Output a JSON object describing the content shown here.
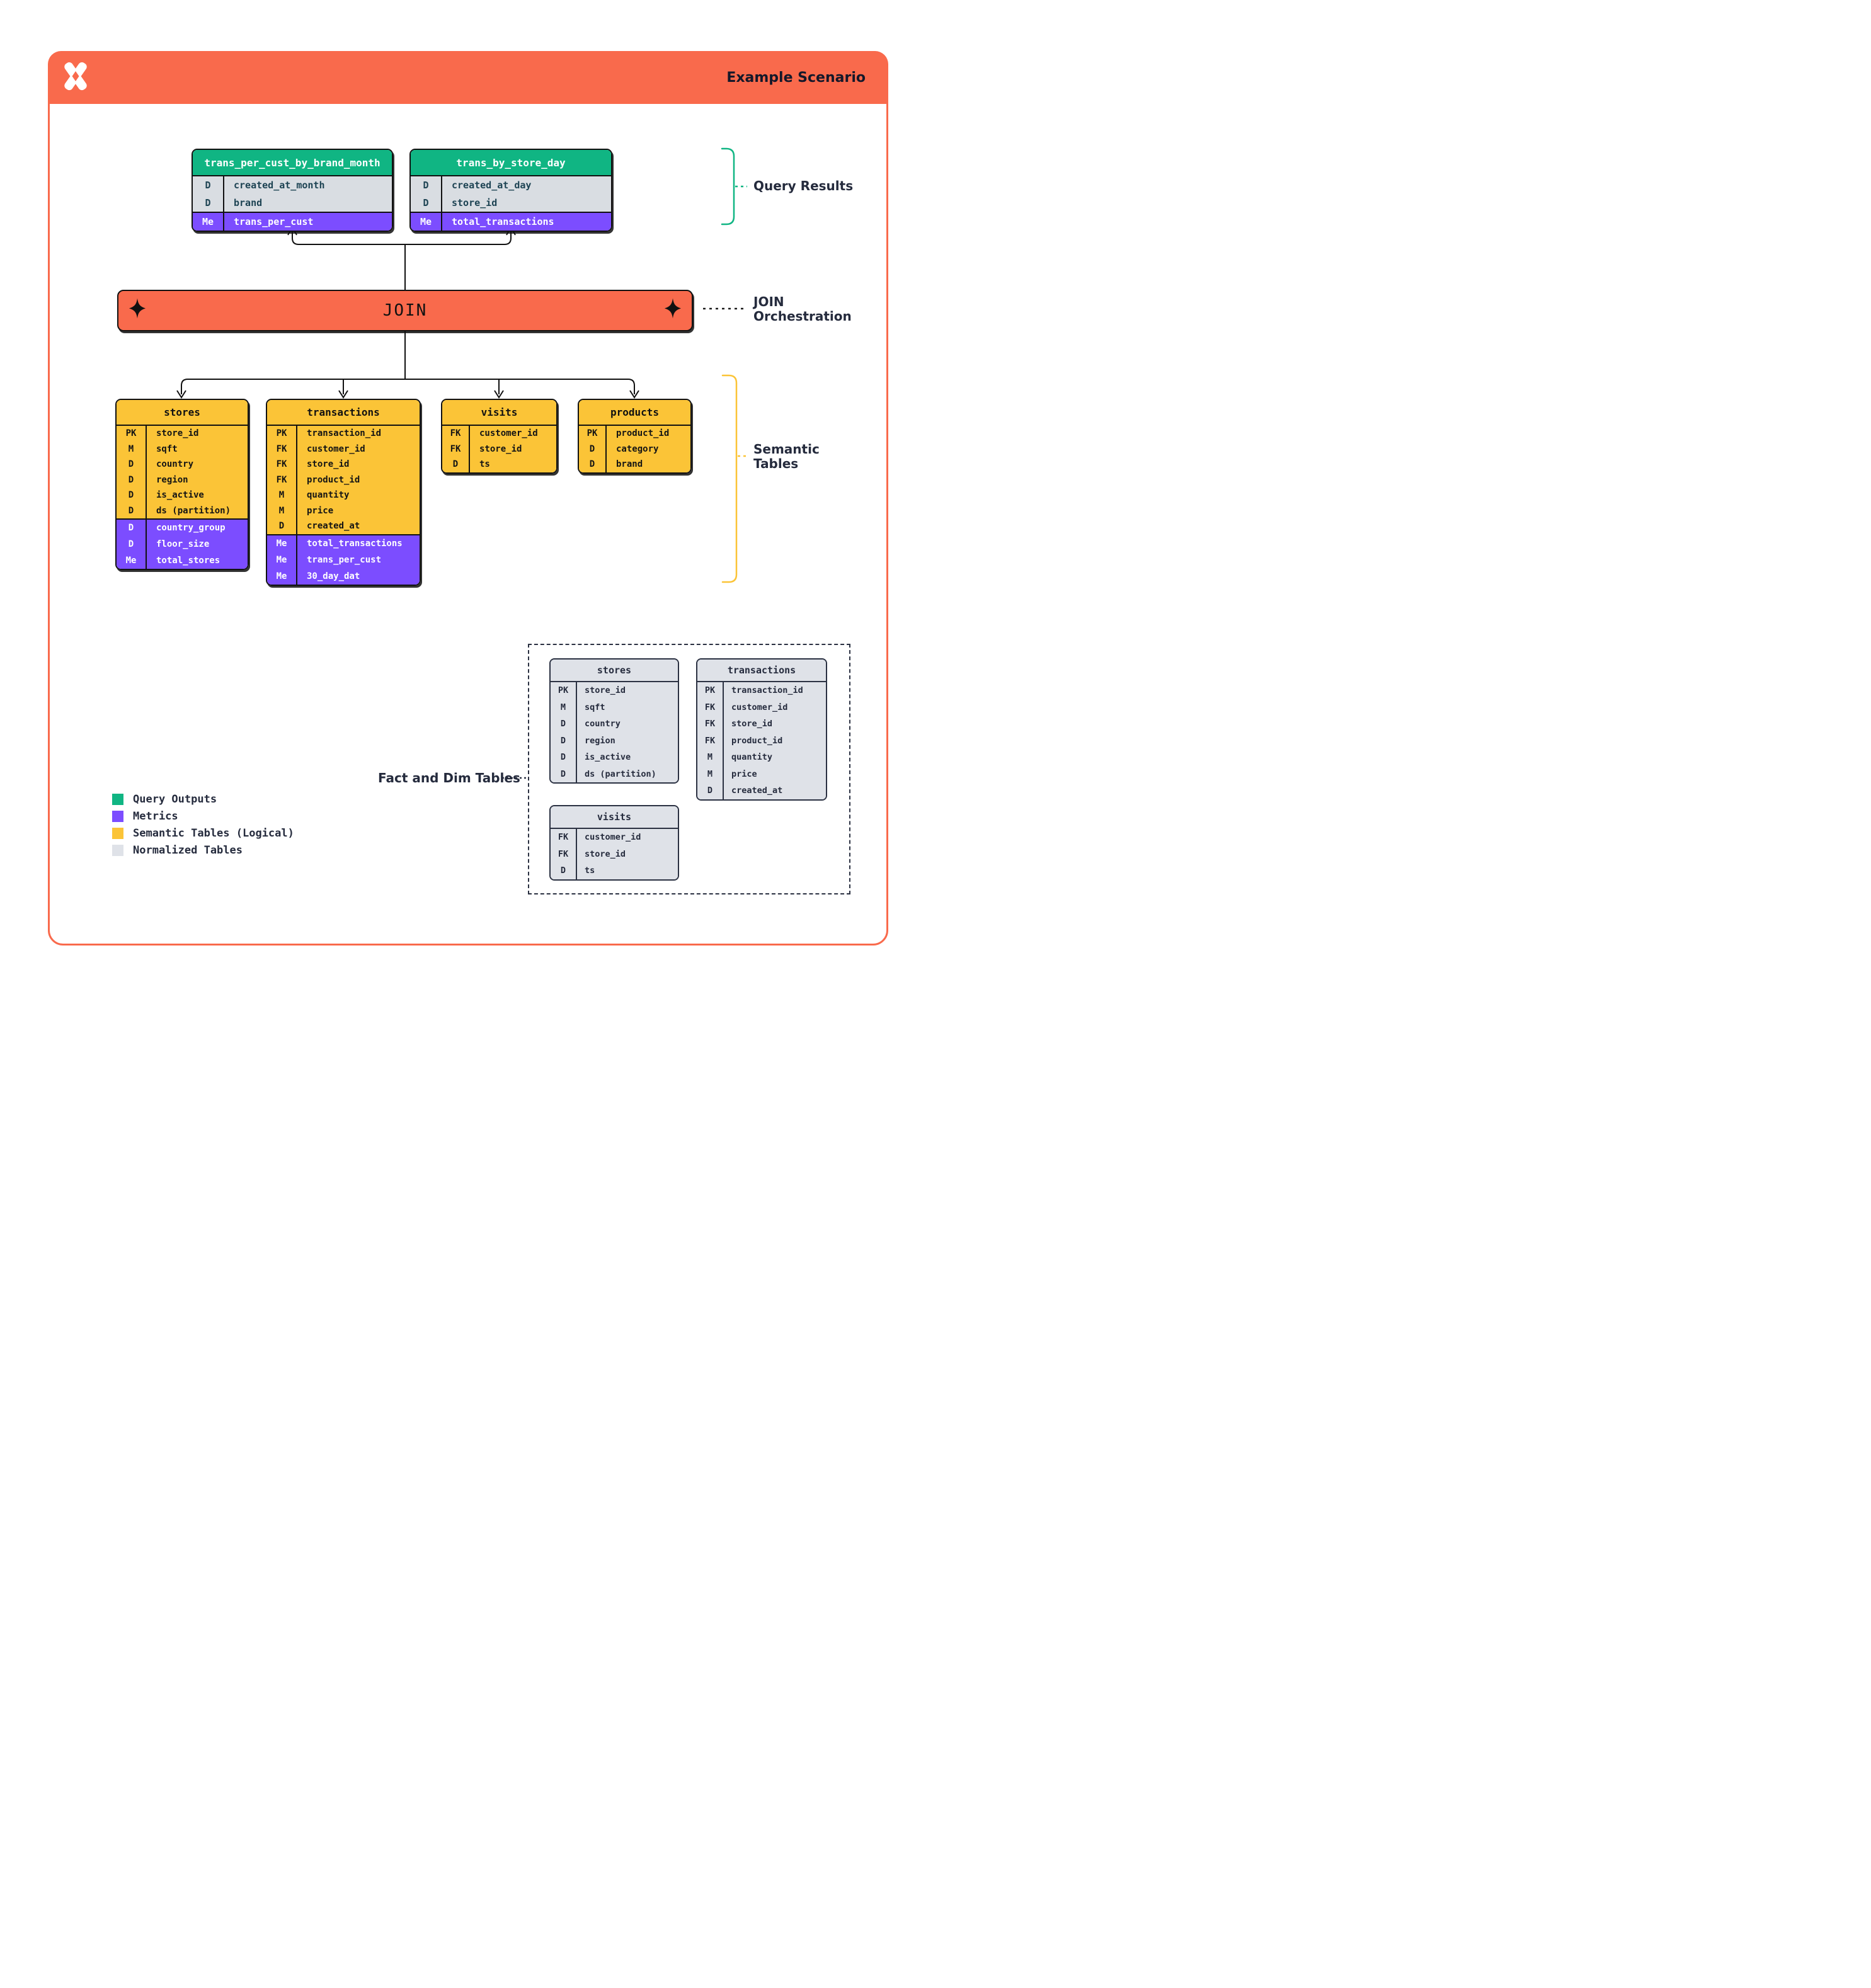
{
  "header": {
    "title": "Example Scenario",
    "logo": "pinwheel-x-logo"
  },
  "join_bar": {
    "label": "JOIN"
  },
  "annotations": {
    "query_results": "Query Results",
    "join_orchestration": "JOIN\nOrchestration",
    "semantic_tables": "Semantic\nTables",
    "fact_and_dim": "Fact and Dim Tables"
  },
  "colors": {
    "accent_orange": "#f96a4c",
    "query_output_green": "#10b583",
    "metric_purple": "#7c4dff",
    "semantic_yellow": "#fbc437",
    "normalized_gray": "#dfe2e8",
    "ink_navy": "#252b3d",
    "dim_row_gray": "#d9dde2"
  },
  "query_result_tables": [
    {
      "title": "trans_per_cust_by_brand_month",
      "rows": [
        {
          "key": "D",
          "name": "created_at_month"
        },
        {
          "key": "D",
          "name": "brand"
        }
      ],
      "metric_rows": [
        {
          "key": "Me",
          "name": "trans_per_cust"
        }
      ]
    },
    {
      "title": "trans_by_store_day",
      "rows": [
        {
          "key": "D",
          "name": "created_at_day"
        },
        {
          "key": "D",
          "name": "store_id"
        }
      ],
      "metric_rows": [
        {
          "key": "Me",
          "name": "total_transactions"
        }
      ]
    }
  ],
  "semantic_tables": [
    {
      "title": "stores",
      "rows": [
        {
          "key": "PK",
          "name": "store_id"
        },
        {
          "key": "M",
          "name": "sqft"
        },
        {
          "key": "D",
          "name": "country"
        },
        {
          "key": "D",
          "name": "region"
        },
        {
          "key": "D",
          "name": "is_active"
        },
        {
          "key": "D",
          "name": "ds (partition)"
        }
      ],
      "metric_rows": [
        {
          "key": "D",
          "name": "country_group"
        },
        {
          "key": "D",
          "name": "floor_size"
        },
        {
          "key": "Me",
          "name": "total_stores"
        }
      ]
    },
    {
      "title": "transactions",
      "rows": [
        {
          "key": "PK",
          "name": "transaction_id"
        },
        {
          "key": "FK",
          "name": "customer_id"
        },
        {
          "key": "FK",
          "name": "store_id"
        },
        {
          "key": "FK",
          "name": "product_id"
        },
        {
          "key": "M",
          "name": "quantity"
        },
        {
          "key": "M",
          "name": "price"
        },
        {
          "key": "D",
          "name": "created_at"
        }
      ],
      "metric_rows": [
        {
          "key": "Me",
          "name": "total_transactions"
        },
        {
          "key": "Me",
          "name": "trans_per_cust"
        },
        {
          "key": "Me",
          "name": "30_day_dat"
        }
      ]
    },
    {
      "title": "visits",
      "rows": [
        {
          "key": "FK",
          "name": "customer_id"
        },
        {
          "key": "FK",
          "name": "store_id"
        },
        {
          "key": "D",
          "name": "ts"
        }
      ],
      "metric_rows": []
    },
    {
      "title": "products",
      "rows": [
        {
          "key": "PK",
          "name": "product_id"
        },
        {
          "key": "D",
          "name": "category"
        },
        {
          "key": "D",
          "name": "brand"
        }
      ],
      "metric_rows": []
    }
  ],
  "normalized_tables": [
    {
      "title": "stores",
      "rows": [
        {
          "key": "PK",
          "name": "store_id"
        },
        {
          "key": "M",
          "name": "sqft"
        },
        {
          "key": "D",
          "name": "country"
        },
        {
          "key": "D",
          "name": "region"
        },
        {
          "key": "D",
          "name": "is_active"
        },
        {
          "key": "D",
          "name": "ds (partition)"
        }
      ]
    },
    {
      "title": "transactions",
      "rows": [
        {
          "key": "PK",
          "name": "transaction_id"
        },
        {
          "key": "FK",
          "name": "customer_id"
        },
        {
          "key": "FK",
          "name": "store_id"
        },
        {
          "key": "FK",
          "name": "product_id"
        },
        {
          "key": "M",
          "name": "quantity"
        },
        {
          "key": "M",
          "name": "price"
        },
        {
          "key": "D",
          "name": "created_at"
        }
      ]
    },
    {
      "title": "visits",
      "rows": [
        {
          "key": "FK",
          "name": "customer_id"
        },
        {
          "key": "FK",
          "name": "store_id"
        },
        {
          "key": "D",
          "name": "ts"
        }
      ]
    }
  ],
  "legend": [
    {
      "label": "Query Outputs",
      "color": "#10b583"
    },
    {
      "label": "Metrics",
      "color": "#7c4dff"
    },
    {
      "label": "Semantic Tables (Logical)",
      "color": "#fbc437"
    },
    {
      "label": "Normalized Tables",
      "color": "#dfe2e8"
    }
  ]
}
